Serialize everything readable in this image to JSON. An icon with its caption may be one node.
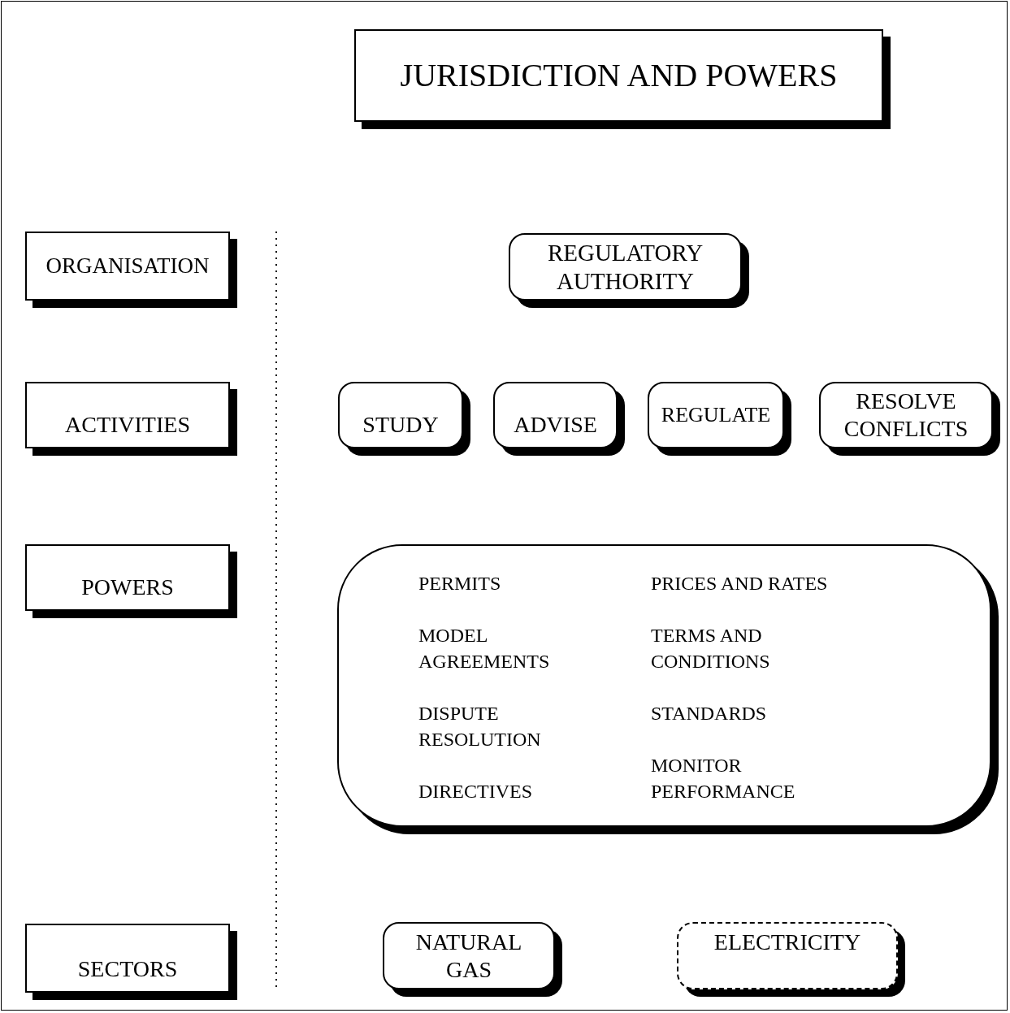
{
  "diagram": {
    "nodes": [
      {
        "text": [
          "JURISDICTION AND POWERS"
        ]
      },
      {
        "text": [
          "ORGANISATION"
        ]
      },
      {
        "text": [
          "ACTIVITIES"
        ]
      },
      {
        "text": [
          "POWERS"
        ]
      },
      {
        "text": [
          "SECTORS"
        ]
      },
      {
        "text": [
          "REGULATORY AUTHORITY"
        ]
      },
      {
        "text": [
          "STUDY"
        ]
      },
      {
        "text": [
          "ADVISE"
        ]
      },
      {
        "text": [
          "REGULATE"
        ]
      },
      {
        "text": [
          "RESOLVE CONFLICTS"
        ]
      },
      {
        "text": [
          "PERMITS",
          "PRICES AND RATES",
          "MODEL AGREEMENTS",
          "TERMS AND CONDITIONS",
          "DISPUTE RESOLUTION",
          "STANDARDS",
          "DIRECTIVES",
          "MONITOR PERFORMANCE"
        ]
      },
      {
        "text": [
          "NATURAL GAS"
        ]
      },
      {
        "text": [
          "ELECTRICITY"
        ]
      }
    ],
    "edges": []
  }
}
